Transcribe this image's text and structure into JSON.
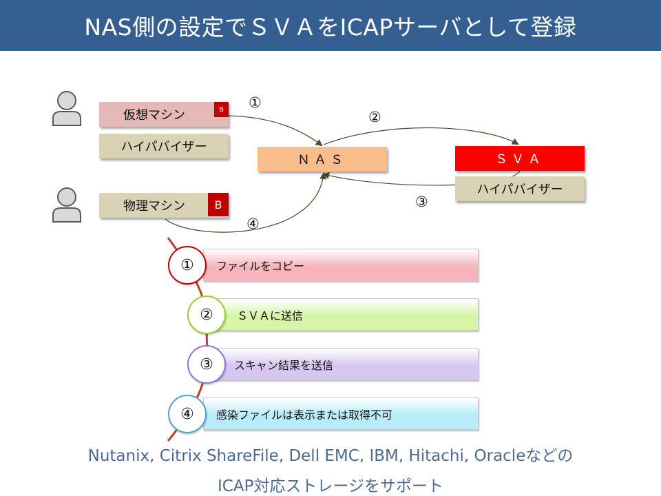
{
  "title": "NAS側の設定でＳＶＡをICAPサーバとして登録",
  "top_diagram": {
    "vm_label": "仮想マシン",
    "vm_badge": "B",
    "hypervisor_left": "ハイパバイザー",
    "nas_label": "ＮＡＳ",
    "sva_label": "ＳＶＡ",
    "hypervisor_right": "ハイパバイザー",
    "physical_label": "物理マシン",
    "physical_badge": "B",
    "arrow_labels": [
      "①",
      "②",
      "③",
      "④"
    ]
  },
  "steps": [
    {
      "num": "①",
      "text": "ファイルをコピー",
      "color": "#f8b4bc",
      "border": "#c00000"
    },
    {
      "num": "②",
      "text": "ＳＶＡに送信",
      "color": "#d6f5a6",
      "border": "#9acd32"
    },
    {
      "num": "③",
      "text": "スキャン結果を送信",
      "color": "#d7c6ef",
      "border": "#9370db"
    },
    {
      "num": "④",
      "text": "感染ファイルは表示または取得不可",
      "color": "#b7ecf8",
      "border": "#4fa3d1"
    }
  ],
  "footer": {
    "line1": "Nutanix, Citrix ShareFile, Dell EMC, IBM, Hitachi, Oracleなどの",
    "line2": "ICAP対応ストレージをサポート"
  },
  "colors": {
    "header": "#365f91",
    "vm_box": "#e6b9b8",
    "hypervisor_box": "#d9d2b4",
    "nas_box": "#f9bd8c",
    "sva_box": "#ff0000",
    "badge": "#c00000",
    "arrow": "#4a4a30",
    "timeline": "#c0392b"
  }
}
